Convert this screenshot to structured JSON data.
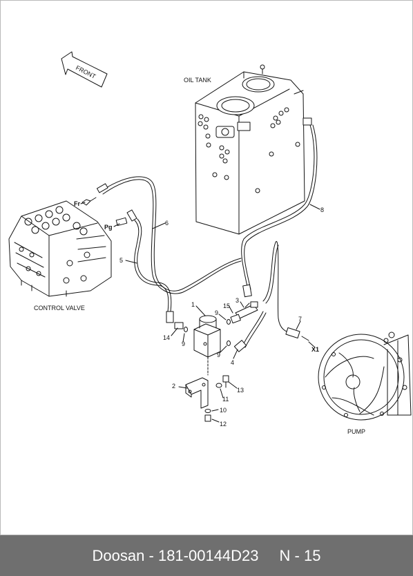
{
  "diagram": {
    "direction_label": "FRONT",
    "components": {
      "oil_tank": "OIL TANK",
      "control_valve": "CONTROL VALVE",
      "pump": "PUMP"
    },
    "ports": {
      "fr": "Fr",
      "pg": "Pg",
      "x1": "X1"
    },
    "callouts": [
      "1",
      "2",
      "3",
      "4",
      "5",
      "6",
      "7",
      "8",
      "9",
      "9",
      "9",
      "10",
      "11",
      "12",
      "13",
      "14",
      "15"
    ]
  },
  "footer": {
    "brand": "Doosan",
    "separator": "-",
    "part_number": "181-00144D23",
    "page": "N - 15"
  }
}
